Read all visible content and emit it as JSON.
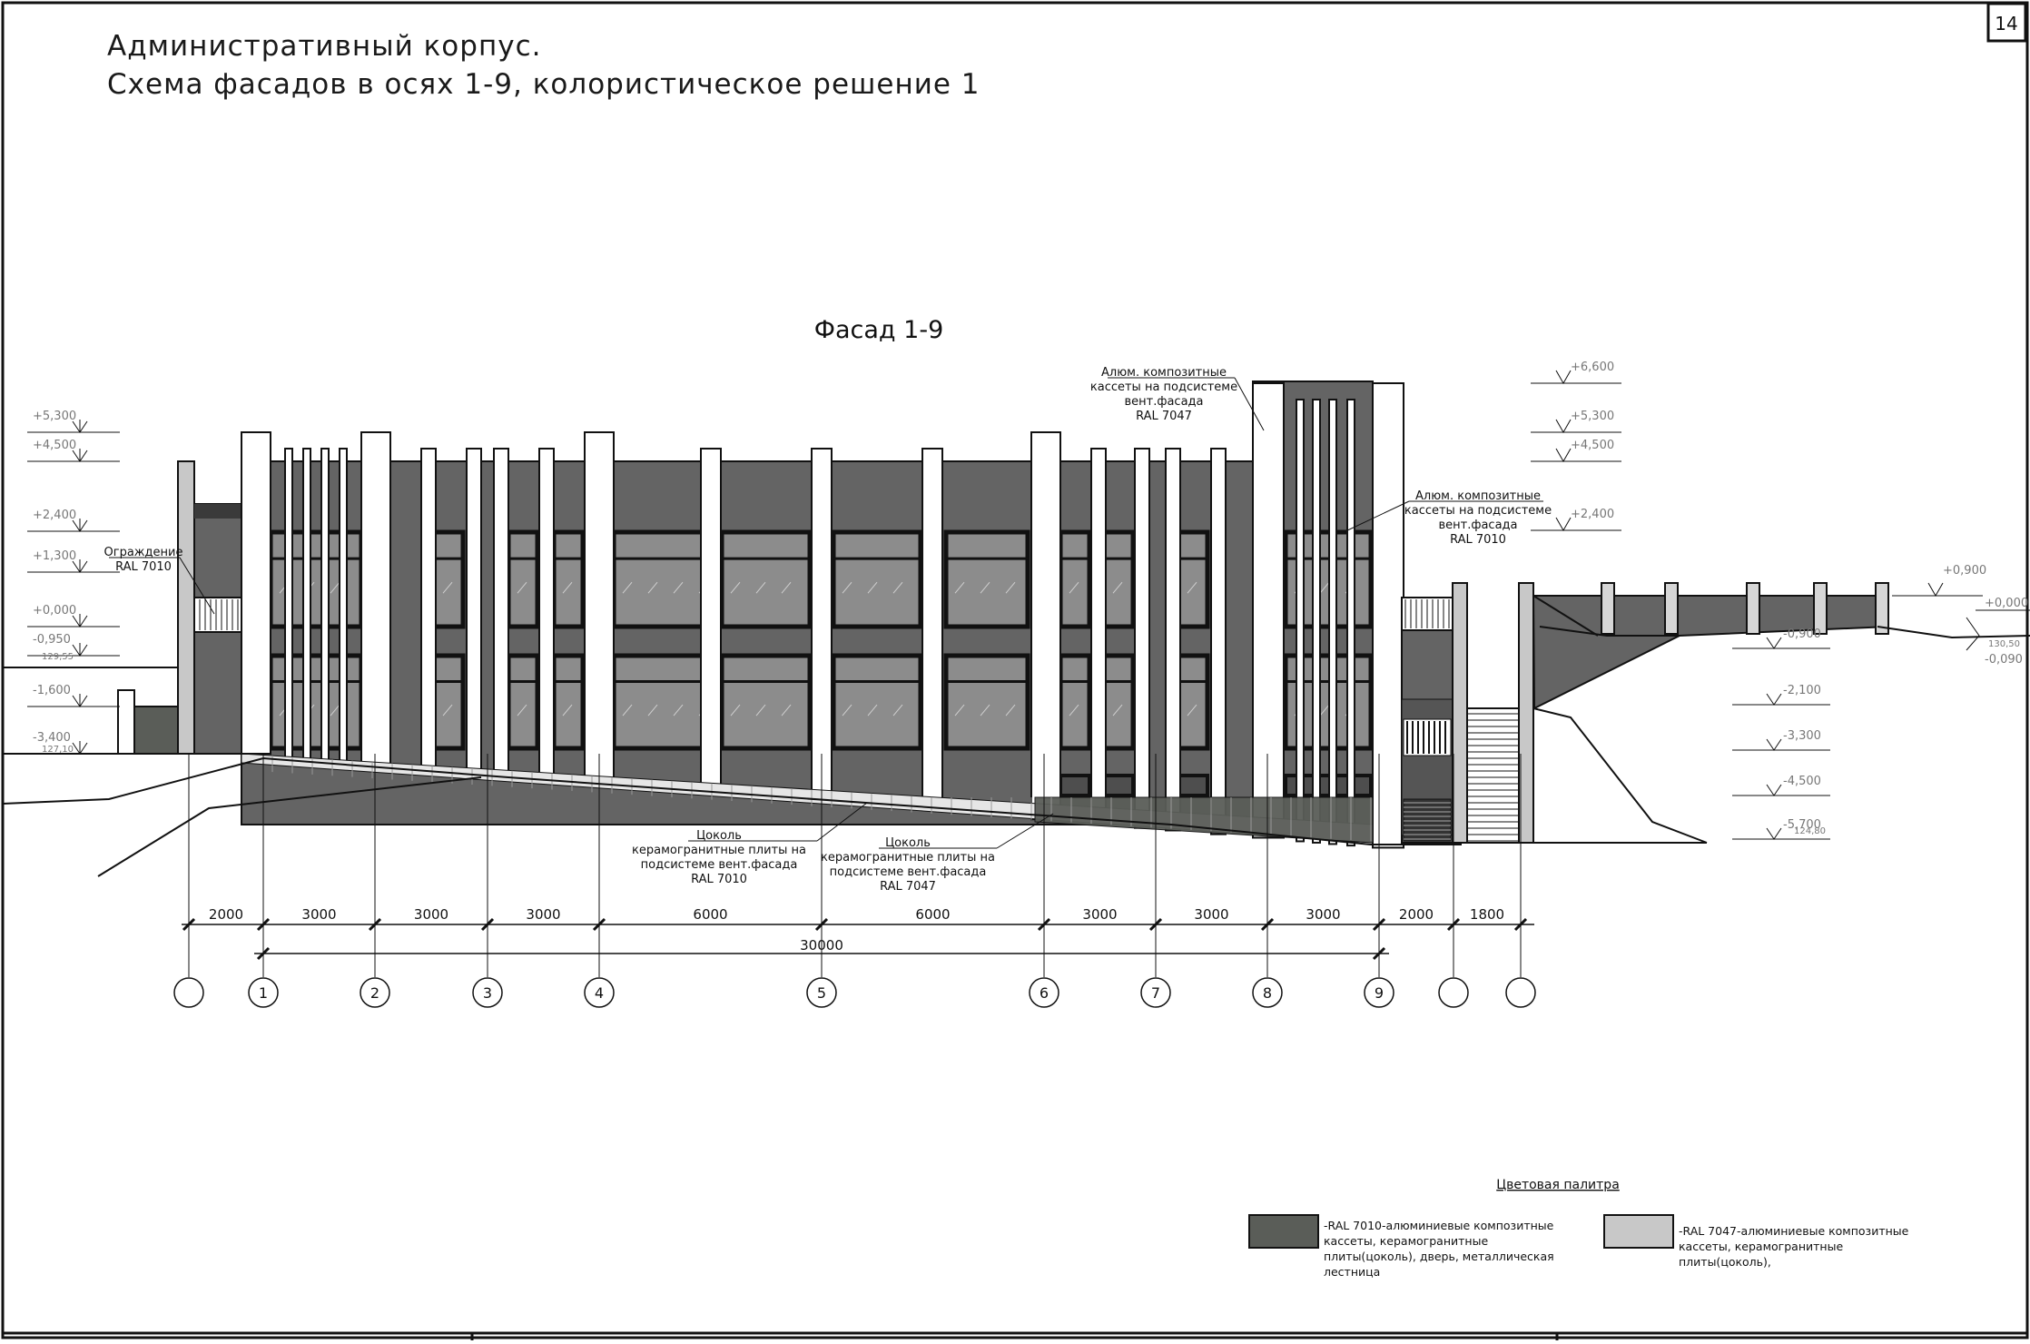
{
  "page_number": "14",
  "header": {
    "line1": "Административный корпус.",
    "line2": "Схема фасадов в осях 1-9, колористическое решение 1"
  },
  "facade_title": "Фасад 1-9",
  "colors": {
    "ral_7010": "#5a5d58",
    "ral_7047": "#c8c8c8",
    "facade_main": "#646464",
    "window": "#8c8c8c"
  },
  "levels_left": [
    "+5,300",
    "+4,500",
    "+2,400",
    "+1,300",
    "+0,000",
    "-0,950",
    "129,55",
    "-1,600",
    "-3,400",
    "127,10"
  ],
  "levels_right_top": [
    "+6,600",
    "+5,300",
    "+4,500",
    "+2,400"
  ],
  "levels_right_site": [
    "+0,900",
    "+0,000",
    "130,50",
    "-0,090"
  ],
  "levels_right_low": [
    "-0,900",
    "-2,100",
    "-3,300",
    "-4,500",
    "-5,700",
    "124,80"
  ],
  "callouts": {
    "fence": [
      "Ограждение",
      "RAL 7010"
    ],
    "alum_top": [
      "Алюм. композитные",
      "кассеты на подсистеме",
      "вент.фасада",
      "RAL 7047"
    ],
    "alum_right": [
      "Алюм. композитные",
      "кассеты на подсистеме",
      "вент.фасада",
      "RAL 7010"
    ],
    "plinth_left": [
      "Цоколь",
      "керамогранитные плиты на",
      "подсистеме вент.фасада",
      "RAL 7010"
    ],
    "plinth_right": [
      "Цоколь",
      "керамогранитные плиты на",
      "подсистеме вент.фасада",
      "RAL 7047"
    ]
  },
  "dimensions": [
    "2000",
    "3000",
    "3000",
    "3000",
    "6000",
    "6000",
    "3000",
    "3000",
    "3000",
    "2000",
    "1800"
  ],
  "total_dimension": "30000",
  "axes": [
    "",
    "1",
    "2",
    "3",
    "4",
    "5",
    "6",
    "7",
    "8",
    "9",
    "",
    ""
  ],
  "legend": {
    "title": "Цветовая палитра",
    "item1": [
      "-RAL 7010-алюминиевые композитные",
      "кассеты, керамогранитные",
      "плиты(цоколь), дверь, металлическая",
      "лестница"
    ],
    "item2": [
      "-RAL 7047-алюминиевые композитные",
      "кассеты, керамогранитные",
      "плиты(цоколь),"
    ]
  }
}
